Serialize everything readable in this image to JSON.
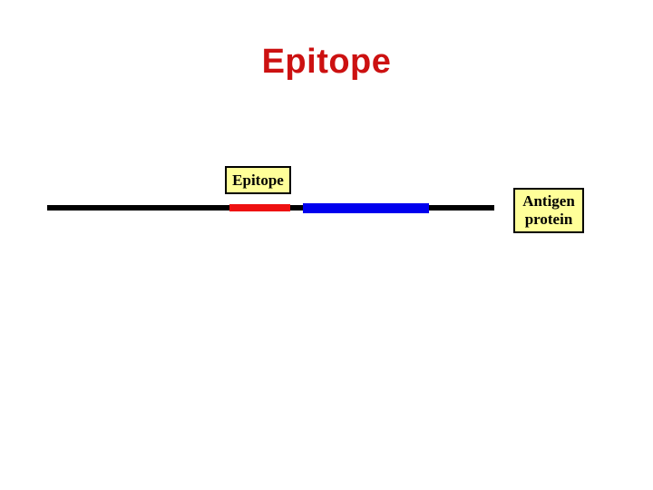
{
  "slide": {
    "title": "Epitope",
    "title_color": "#CC1111",
    "background_color": "#FFFFFF"
  },
  "diagram": {
    "epitope_box": {
      "label": "Epitope",
      "fill": "#FFFF99",
      "border_color": "#000000"
    },
    "antigen_box": {
      "lines": [
        "Antigen",
        "protein"
      ],
      "fill": "#FFFF99",
      "border_color": "#000000"
    },
    "protein_line": {
      "segments": [
        {
          "name": "backbone-left",
          "color": "#000000"
        },
        {
          "name": "epitope-red",
          "color": "#EE1111"
        },
        {
          "name": "backbone-middle",
          "color": "#000000"
        },
        {
          "name": "epitope-blue",
          "color": "#0000EE"
        },
        {
          "name": "backbone-right",
          "color": "#000000"
        }
      ]
    }
  }
}
